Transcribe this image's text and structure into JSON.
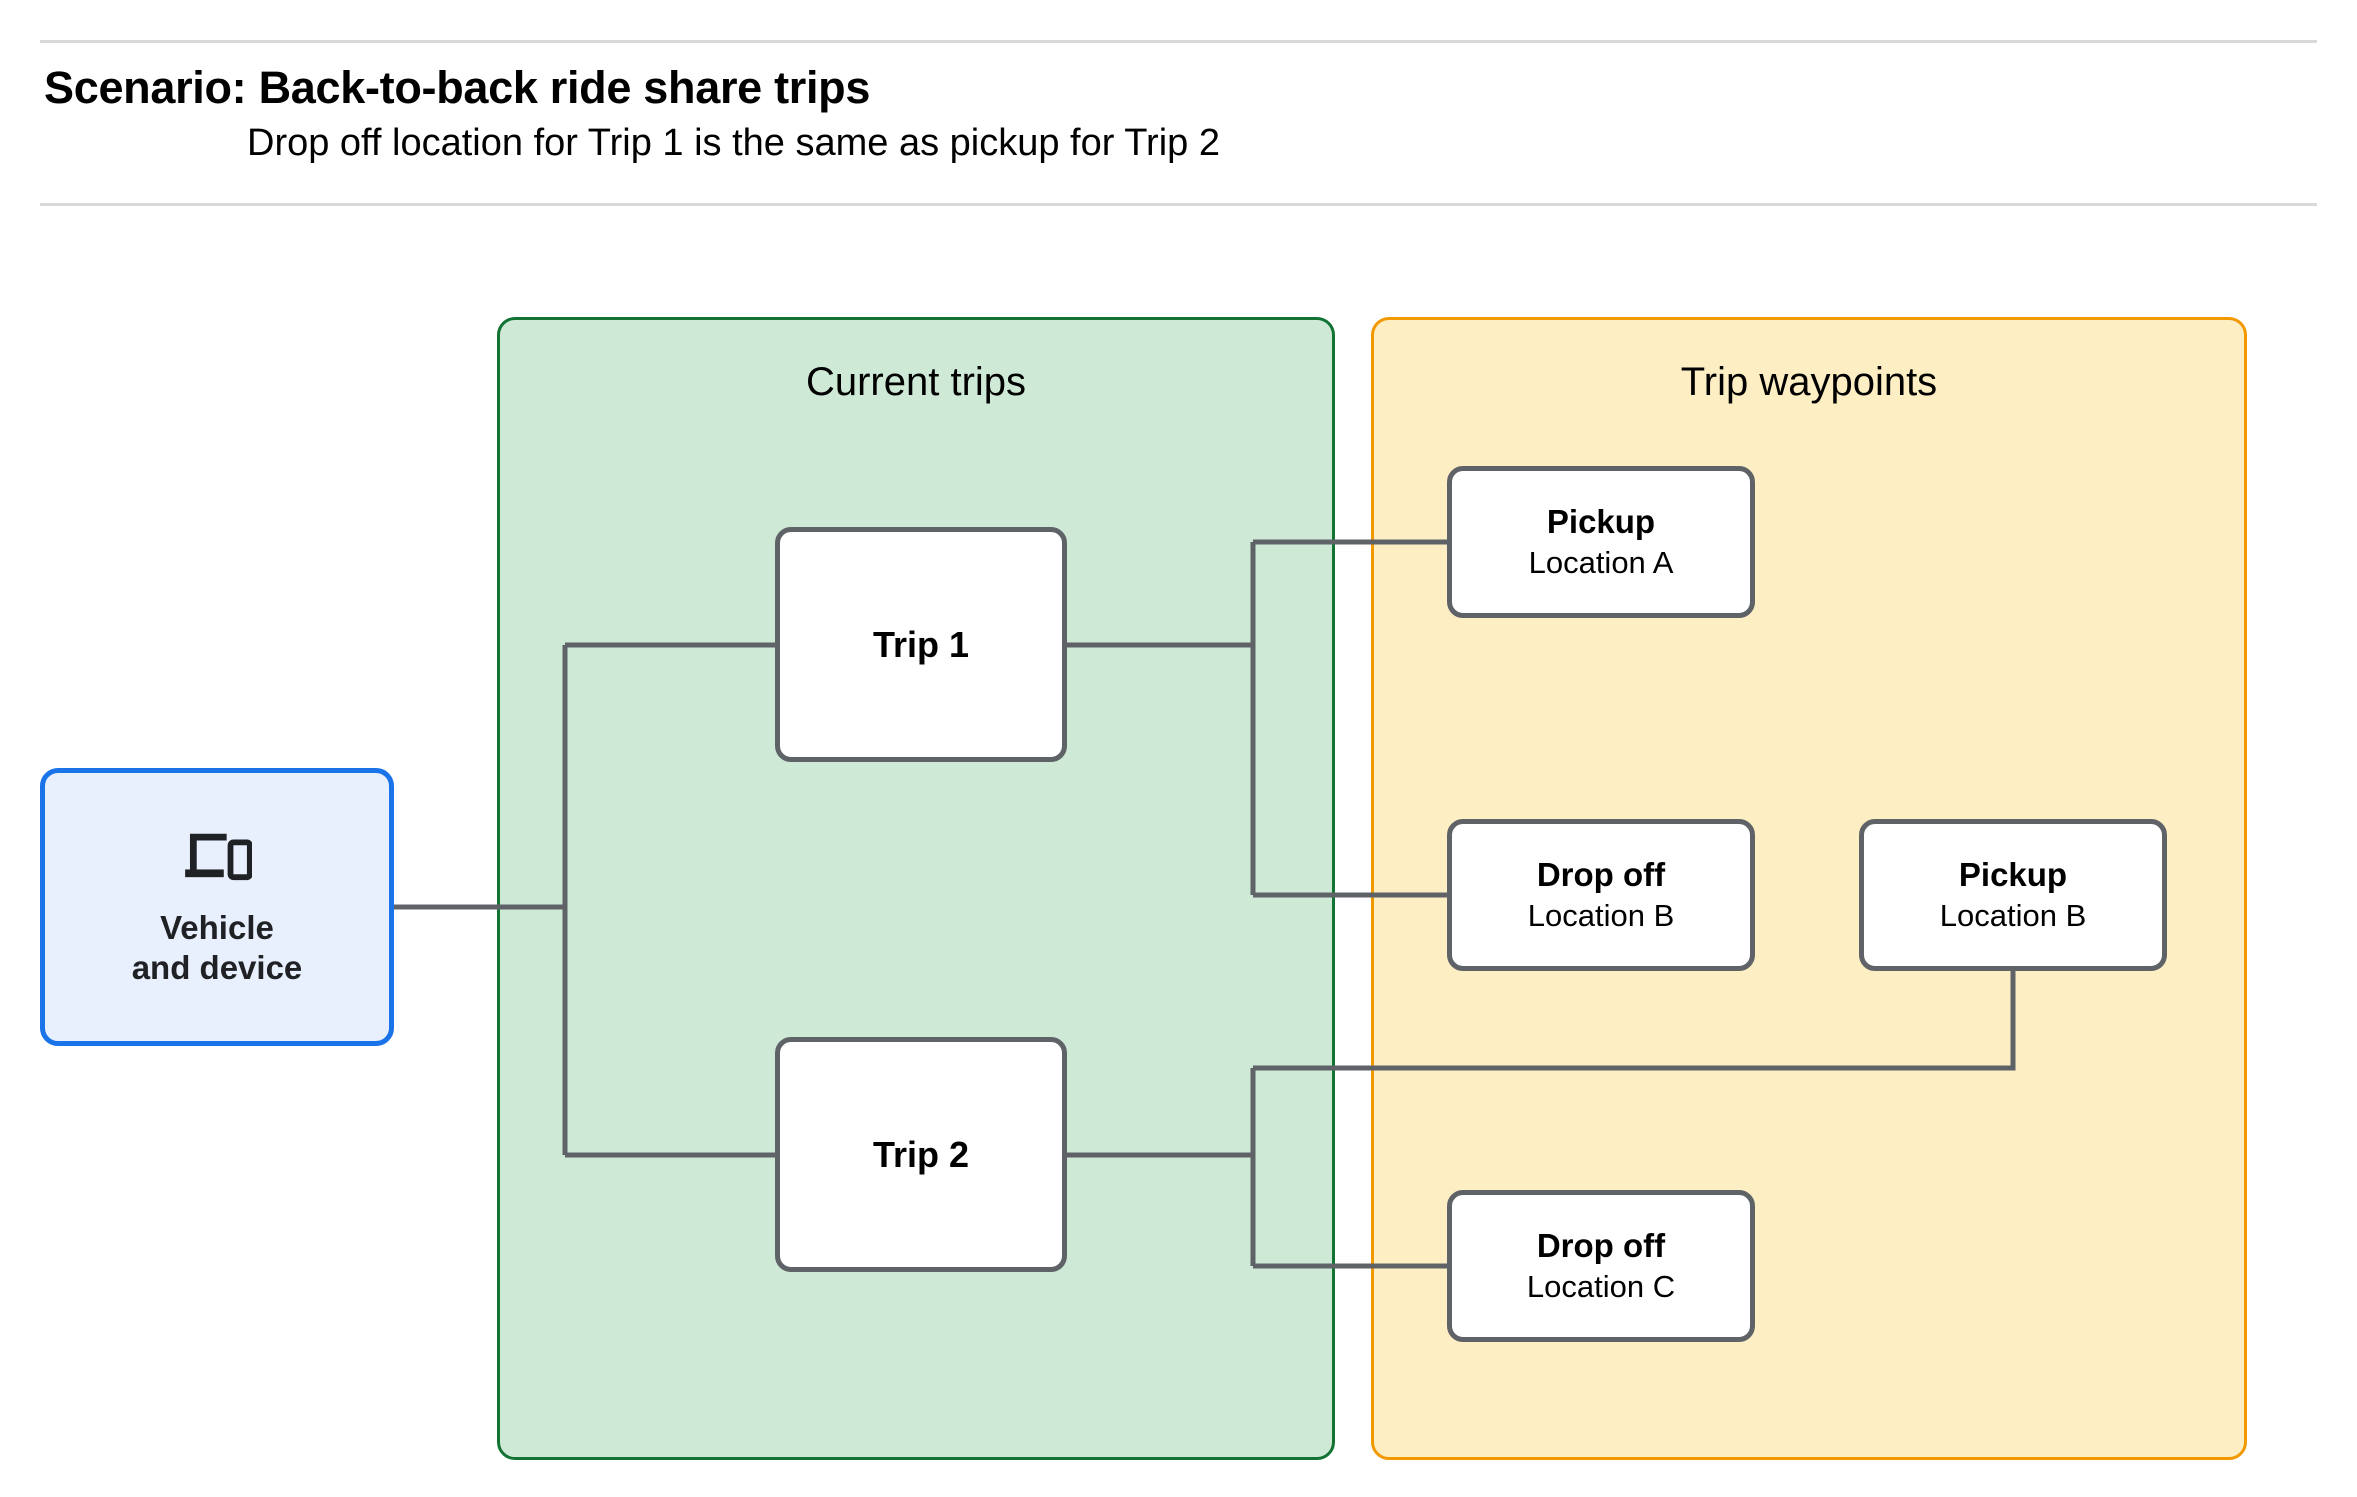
{
  "header": {
    "title": "Scenario: Back-to-back ride share trips",
    "subtitle": "Drop off  location for Trip 1 is the same as pickup for Trip 2"
  },
  "groups": {
    "current_trips": {
      "title": "Current trips",
      "fill": "#ceead6",
      "border": "#137333"
    },
    "trip_waypoints": {
      "title": "Trip waypoints",
      "fill": "#fdeec3",
      "border": "#f29900"
    }
  },
  "source_node": {
    "label": "Vehicle\nand device",
    "icon": "devices-icon",
    "fill": "#e8f0fe",
    "border": "#1a73e8"
  },
  "trips": [
    {
      "id": "trip-1",
      "label": "Trip 1"
    },
    {
      "id": "trip-2",
      "label": "Trip 2"
    }
  ],
  "waypoints": [
    {
      "id": "pickup-a",
      "kind": "Pickup",
      "location": "Location A"
    },
    {
      "id": "dropoff-b",
      "kind": "Drop off",
      "location": "Location B"
    },
    {
      "id": "pickup-b",
      "kind": "Pickup",
      "location": "Location B"
    },
    {
      "id": "dropoff-c",
      "kind": "Drop off",
      "location": "Location C"
    }
  ],
  "connector_color": "#5f6368"
}
